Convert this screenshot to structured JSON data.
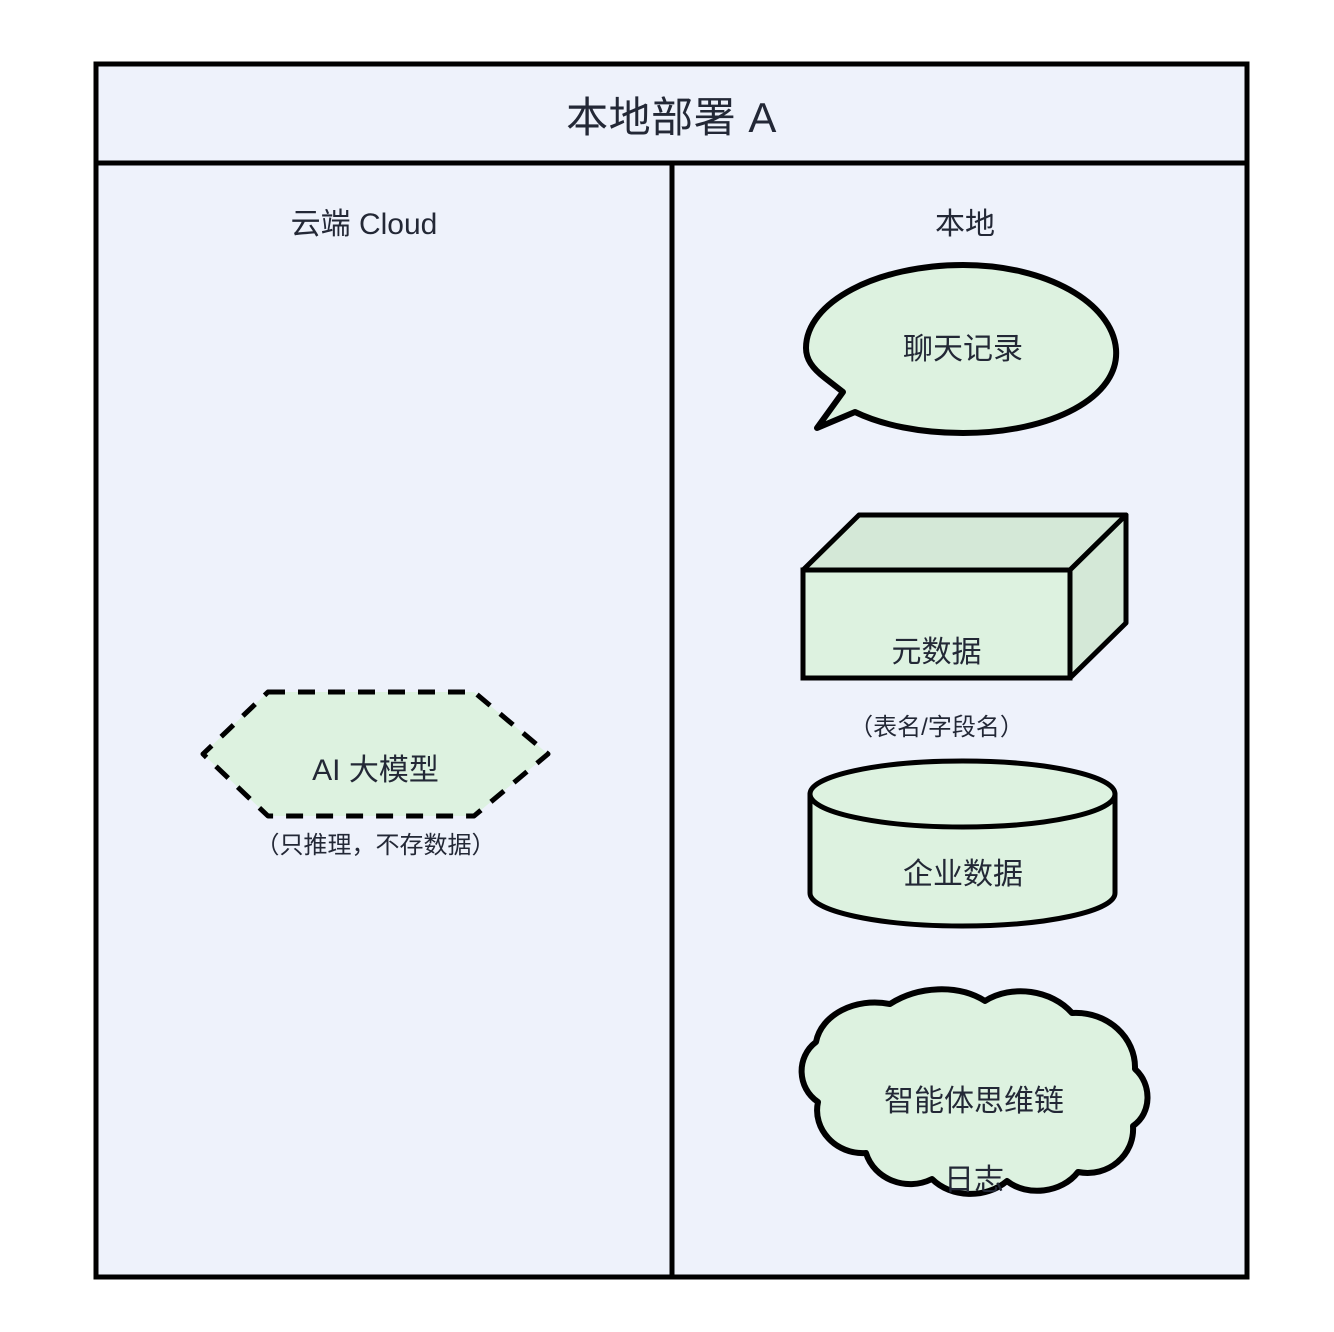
{
  "diagram": {
    "title": "本地部署 A",
    "background_color": "#ffffff",
    "lane_fill": "#eef2fb",
    "stroke_color": "#000000",
    "node_fill": "#ddf2e0",
    "node_fill_top": "#d4e8d7",
    "text_color": "#232836",
    "lanes": [
      {
        "id": "cloud",
        "label": "云端 Cloud",
        "nodes": [
          {
            "id": "ai-model",
            "shape": "hexagon-dashed",
            "main_label": "AI 大模型",
            "sub_label": "（只推理，不存数据）"
          }
        ]
      },
      {
        "id": "local",
        "label": "本地",
        "nodes": [
          {
            "id": "chat-records",
            "shape": "speech-bubble",
            "main_label": "聊天记录",
            "sub_label": ""
          },
          {
            "id": "metadata",
            "shape": "cube-3d",
            "main_label": "元数据",
            "sub_label": "（表名/字段名）"
          },
          {
            "id": "enterprise-data",
            "shape": "cylinder",
            "main_label": "企业数据",
            "sub_label": ""
          },
          {
            "id": "agent-chain-log",
            "shape": "cloud",
            "main_label": "智能体思维链",
            "sub_label": "日志"
          }
        ]
      }
    ]
  }
}
